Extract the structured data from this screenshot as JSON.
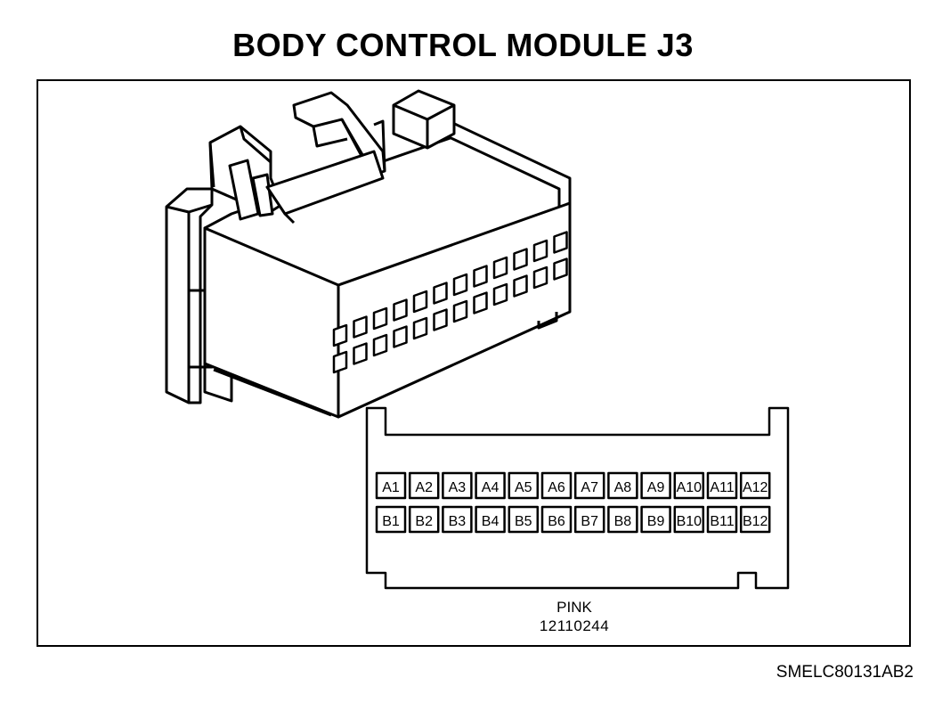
{
  "title": "BODY CONTROL MODULE J3",
  "connector": {
    "color": "PINK",
    "part_number": "12110244",
    "row_a": [
      "A1",
      "A2",
      "A3",
      "A4",
      "A5",
      "A6",
      "A7",
      "A8",
      "A9",
      "A10",
      "A11",
      "A12"
    ],
    "row_b": [
      "B1",
      "B2",
      "B3",
      "B4",
      "B5",
      "B6",
      "B7",
      "B8",
      "B9",
      "B10",
      "B11",
      "B12"
    ]
  },
  "reference_code": "SMELC80131AB2"
}
